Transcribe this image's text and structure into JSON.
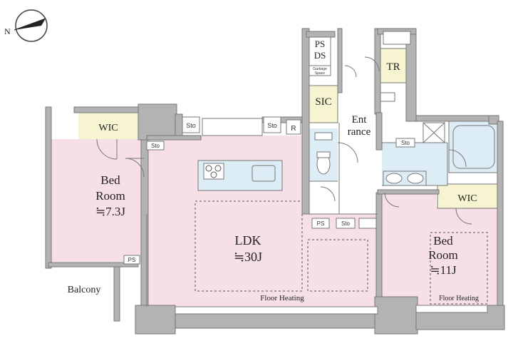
{
  "compass": {
    "north": "N"
  },
  "rooms": {
    "bed1": {
      "name_line1": "Bed",
      "name_line2": "Room",
      "size": "≒7.3J"
    },
    "wic1": "WIC",
    "balcony": "Balcony",
    "ldk": {
      "name": "LDK",
      "size": "≒30J"
    },
    "floor_heating": "Floor Heating",
    "entrance": {
      "line1": "Ent",
      "line2": "rance"
    },
    "ps_ds": {
      "line1": "PS",
      "line2": "DS"
    },
    "garbage": {
      "line1": "Garbage",
      "line2": "Space"
    },
    "sic": "SIC",
    "tr": "TR",
    "bed2": {
      "name_line1": "Bed",
      "name_line2": "Room",
      "size": "≒11J"
    },
    "wic2": "WIC",
    "floor_heating_2": "Floor Heating"
  },
  "labels": {
    "sto": "Sto",
    "ps": "PS",
    "r": "R"
  },
  "colors": {
    "pink": "#f6dfe6",
    "yellow": "#f7f4d2",
    "blue": "#dcedf6",
    "wall": "#b3b3b3",
    "wallStroke": "#777777"
  }
}
